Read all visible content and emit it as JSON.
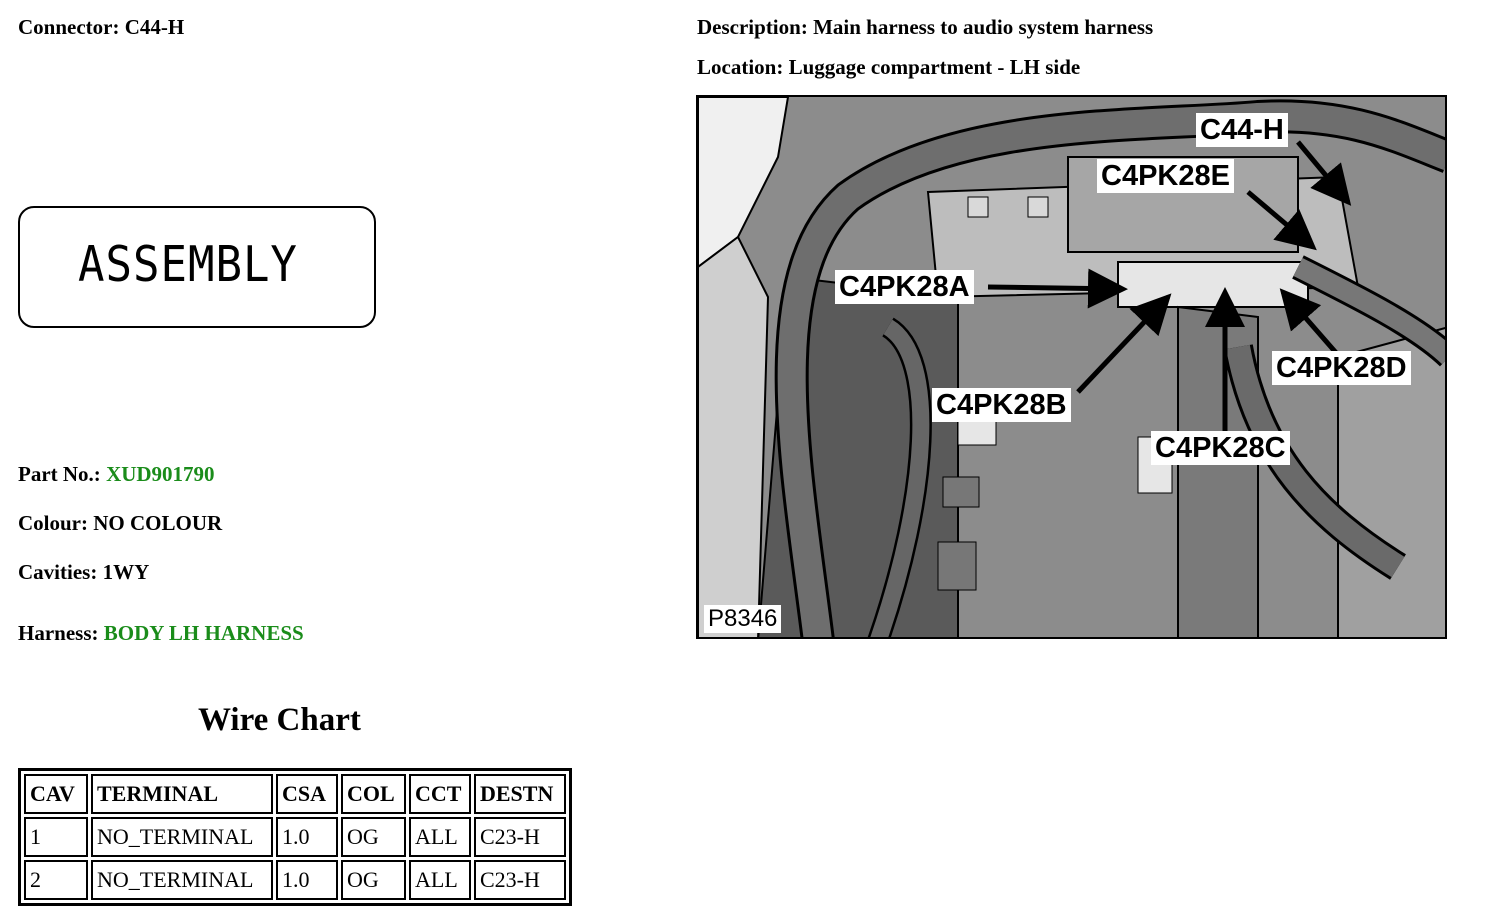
{
  "connector": {
    "label": "Connector:",
    "value": "C44-H"
  },
  "description": {
    "label": "Description:",
    "value": "Main harness to audio system harness"
  },
  "location": {
    "label": "Location:",
    "value": "Luggage compartment - LH side"
  },
  "assembly_box": {
    "text": "ASSEMBLY"
  },
  "details": {
    "part_no": {
      "label": "Part No.:",
      "value": "XUD901790"
    },
    "colour": {
      "label": "Colour:",
      "value": "NO COLOUR"
    },
    "cavities": {
      "label": "Cavities:",
      "value": "1WY"
    },
    "harness": {
      "label": "Harness:",
      "value": "BODY LH HARNESS"
    }
  },
  "wire_chart": {
    "title": "Wire Chart",
    "columns": [
      "CAV",
      "TERMINAL",
      "CSA",
      "COL",
      "CCT",
      "DESTN"
    ],
    "rows": [
      [
        "1",
        "NO_TERMINAL",
        "1.0",
        "OG",
        "ALL",
        "C23-H"
      ],
      [
        "2",
        "NO_TERMINAL",
        "1.0",
        "OG",
        "ALL",
        "C23-H"
      ]
    ]
  },
  "photo": {
    "code": "P8346",
    "callouts": {
      "c44h": "C44-H",
      "c4pk28e": "C4PK28E",
      "c4pk28a": "C4PK28A",
      "c4pk28d": "C4PK28D",
      "c4pk28b": "C4PK28B",
      "c4pk28c": "C4PK28C"
    }
  },
  "colors": {
    "link_green": "#1a8c1a"
  }
}
